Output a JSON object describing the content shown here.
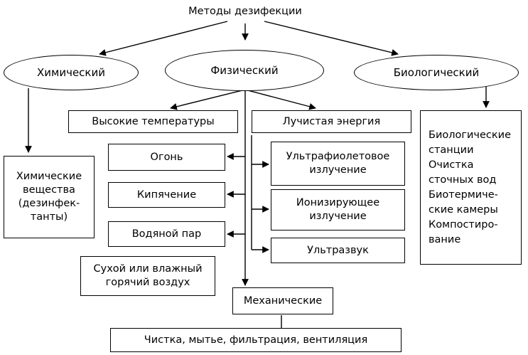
{
  "title": "Методы дезифекции",
  "categories": {
    "chemical": "Химический",
    "physical": "Физический",
    "biological": "Биологический"
  },
  "chemical_box": "Химические\nвещества\n(дезинфек-\nтанты)",
  "biological_box": "Биологические\nстанции\nОчистка\nсточных вод\nБиотермиче-\nские камеры\nКомпостиро-\nвание",
  "physical": {
    "high_temp": "Высокие температуры",
    "radiant": "Лучистая энергия",
    "fire": "Огонь",
    "boiling": "Кипячение",
    "steam": "Водяной пар",
    "hot_air": "Сухой или влажный\nгорячий воздух",
    "uv": "Ультрафиолетовое\nизлучение",
    "ionizing": "Ионизирующее\nизлучение",
    "ultrasound": "Ультразвук",
    "mechanical": "Механические",
    "mechanical_detail": "Чистка, мытье, фильтрация, вентиляция"
  }
}
